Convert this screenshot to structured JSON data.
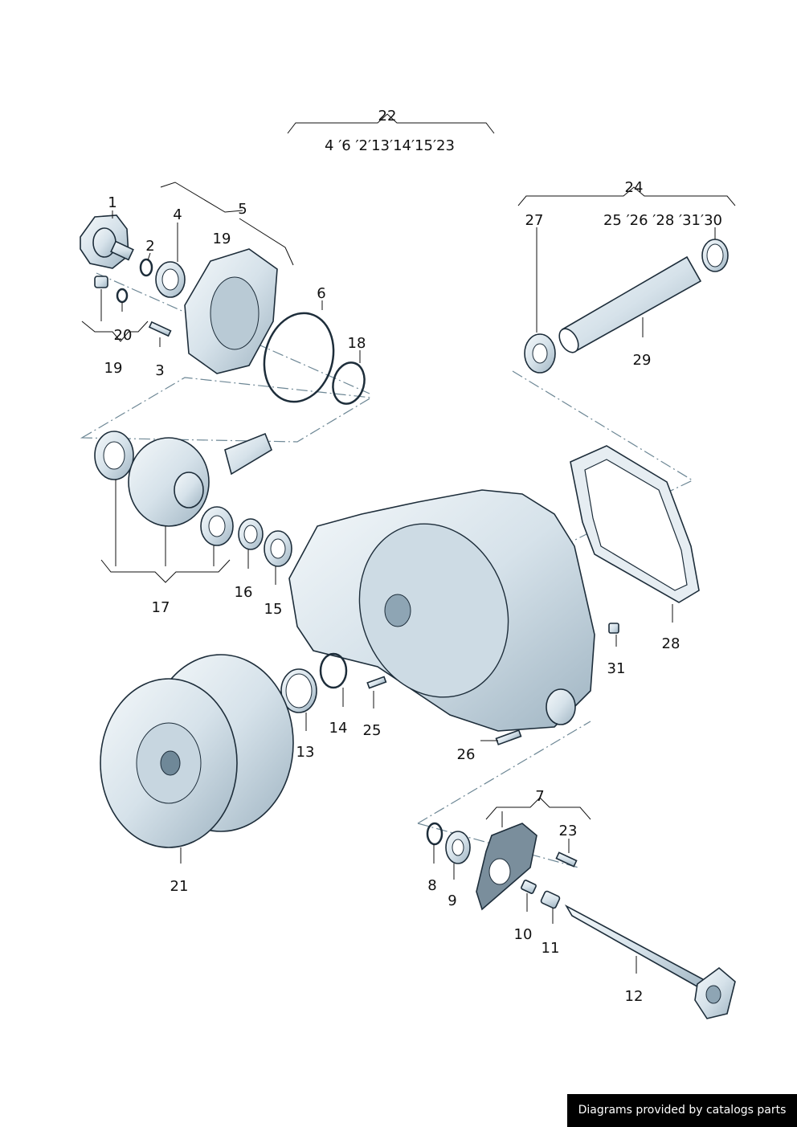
{
  "callouts": {
    "c22": "22",
    "c22_group": "4 ′6 ′2′13′14′15′23",
    "c24": "24",
    "c27": "27",
    "c24_group": "25 ′26 ′28 ′31′30",
    "c1": "1",
    "c5": "5",
    "c4": "4",
    "c2": "2",
    "c19a": "19",
    "c6": "6",
    "c18": "18",
    "c20": "20",
    "c19b": "19",
    "c3": "3",
    "c29": "29",
    "c17": "17",
    "c16": "16",
    "c15": "15",
    "c28": "28",
    "c31": "31",
    "c13": "13",
    "c14": "14",
    "c25": "25",
    "c26": "26",
    "c21": "21",
    "c7": "7",
    "c23": "23",
    "c8": "8",
    "c9": "9",
    "c10": "10",
    "c11": "11",
    "c12": "12"
  },
  "footer": {
    "text": "Diagrams provided by catalogs parts"
  }
}
